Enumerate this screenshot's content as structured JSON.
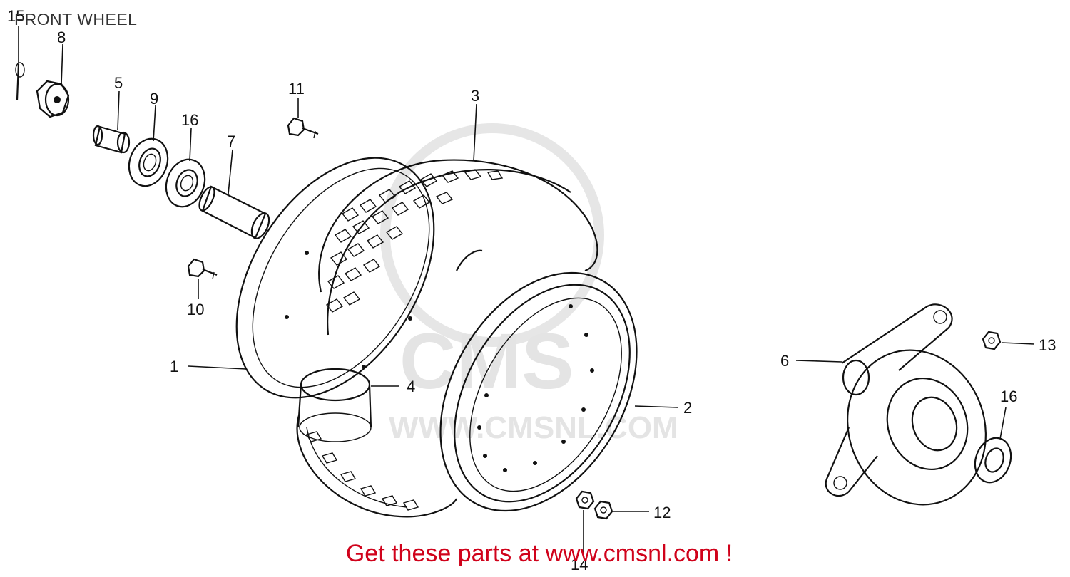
{
  "title": "FRONT WHEEL",
  "promo_text": "Get these parts at www.cmsnl.com !",
  "watermark": {
    "brand": "CMS",
    "url": "WWW.CMSNL.COM"
  },
  "colors": {
    "promo": "#d0021b",
    "lines": "#111111",
    "watermark": "#e4e4e4"
  },
  "callouts": {
    "c1": "1",
    "c2": "2",
    "c3": "3",
    "c4": "4",
    "c5": "5",
    "c6": "6",
    "c7": "7",
    "c8": "8",
    "c9": "9",
    "c10": "10",
    "c11": "11",
    "c12": "12",
    "c13": "13",
    "c14": "14",
    "c15": "15",
    "c16a": "16",
    "c16b": "16"
  }
}
